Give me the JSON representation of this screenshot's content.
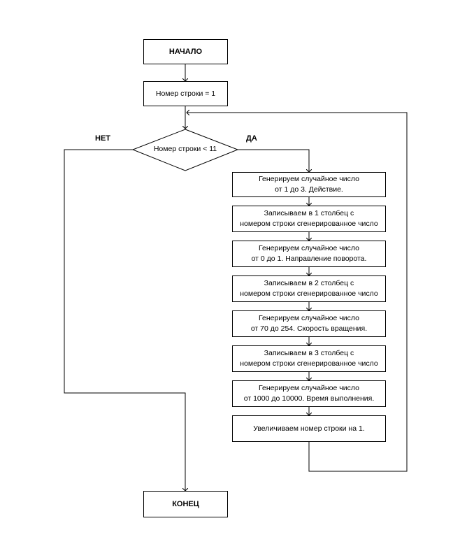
{
  "flow": {
    "start": "НАЧАЛО",
    "init": "Номер строки = 1",
    "condition": "Номер строки < 11",
    "yes": "ДА",
    "no": "НЕТ",
    "steps": [
      {
        "line1": "Генерируем случайное число",
        "line2": "от 1 до 3. Действие."
      },
      {
        "line1": "Записываем в 1 столбец с",
        "line2": "номером строки сгенерированное число"
      },
      {
        "line1": "Генерируем случайное число",
        "line2": "от 0 до 1. Направление поворота."
      },
      {
        "line1": "Записываем в 2 столбец с",
        "line2": "номером строки сгенерированное число"
      },
      {
        "line1": "Генерируем случайное число",
        "line2": "от 70 до 254. Скорость вращения."
      },
      {
        "line1": "Записываем в 3 столбец с",
        "line2": "номером строки сгенерированное число"
      },
      {
        "line1": "Генерируем случайное число",
        "line2": "от 1000 до 10000. Время выполнения."
      },
      {
        "line1": "Увеличиваем номер строки на 1.",
        "line2": ""
      }
    ],
    "end": "КОНЕЦ"
  }
}
